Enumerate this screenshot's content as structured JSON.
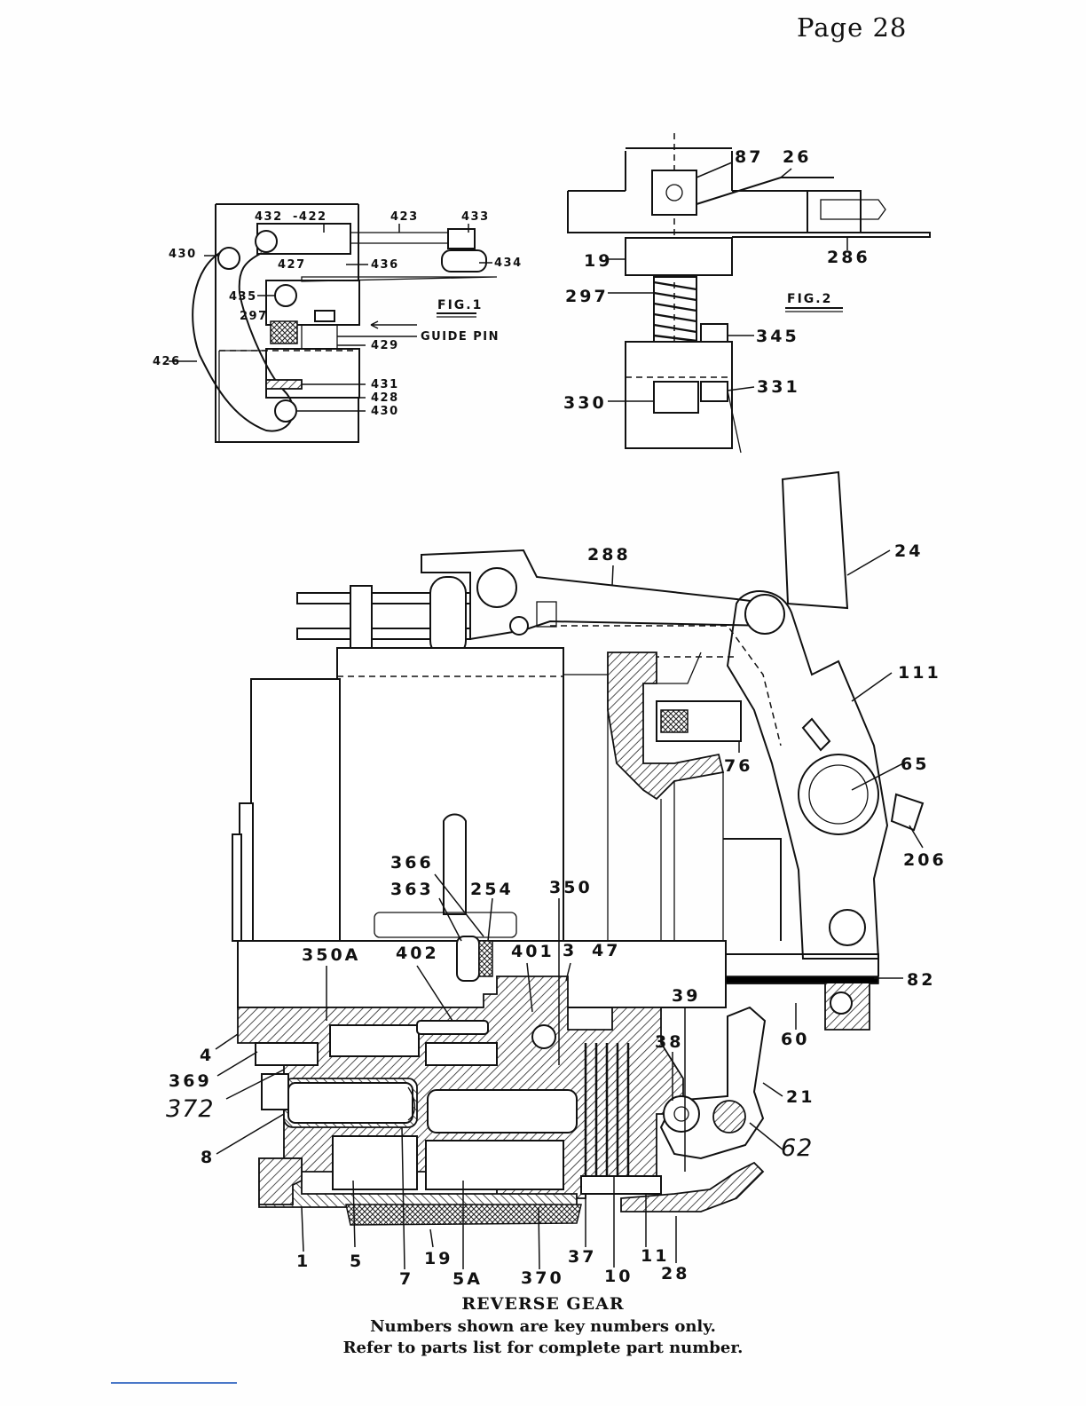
{
  "page_number": "Page 28",
  "figures": {
    "fig1": {
      "tag": "FIG.1",
      "callouts": [
        "432",
        "-422",
        "423",
        "433",
        "430",
        "427",
        "436",
        "434",
        "435",
        "297",
        "GUIDE PIN",
        "429",
        "426",
        "431",
        "428",
        "430"
      ]
    },
    "fig2": {
      "tag": "FIG.2",
      "callouts": [
        "87",
        "26",
        "19",
        "286",
        "297",
        "345",
        "330",
        "331"
      ]
    },
    "main": {
      "callouts": [
        "288",
        "24",
        "111",
        "76",
        "65",
        "206",
        "366",
        "363",
        "254",
        "350",
        "350A",
        "402",
        "401",
        "3",
        "47",
        "82",
        "39",
        "60",
        "4",
        "38",
        "369",
        "21",
        "372",
        "62",
        "8",
        "1",
        "5",
        "19",
        "7",
        "5A",
        "370",
        "37",
        "10",
        "11",
        "28"
      ]
    }
  },
  "caption": {
    "title": "REVERSE GEAR",
    "line1": "Numbers shown are key numbers only.",
    "line2": "Refer to parts list for complete part number."
  }
}
